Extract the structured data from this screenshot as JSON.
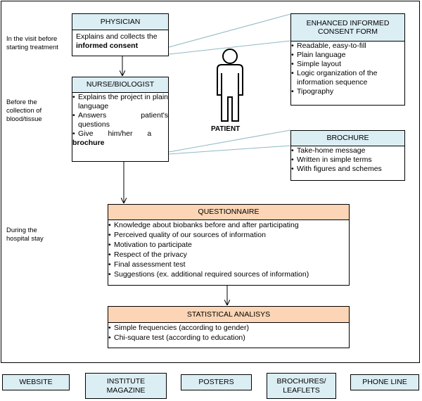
{
  "side_labels": {
    "visit": "In the visit before starting treatment",
    "collection": "Before the collection of blood/tissue",
    "stay": "During the hospital stay"
  },
  "physician": {
    "title": "PHYSICIAN",
    "text_1": "Explains and collects the",
    "text_bold": "informed consent"
  },
  "consent_form": {
    "title": "ENHANCED INFORMED CONSENT FORM",
    "items": [
      "Readable, easy-to-fill",
      "Plain language",
      "Simple layout",
      "Logic organization of the information sequence",
      "Tipography"
    ]
  },
  "patient": {
    "label": "PATIENT"
  },
  "nurse": {
    "title": "NURSE/BIOLOGIST",
    "items": [
      "Explains the project in plain language",
      "Answers patient's questions"
    ],
    "give_text": "Give him/her a",
    "give_bold": "brochure"
  },
  "brochure": {
    "title": "BROCHURE",
    "items": [
      "Take-home message",
      "Written in simple terms",
      "With figures and schemes"
    ]
  },
  "questionnaire": {
    "title": "QUESTIONNAIRE",
    "items": [
      "Knowledge about biobanks before and after participating",
      "Perceived quality of our sources of information",
      "Motivation to participate",
      "Respect of the privacy",
      "Final assessment test",
      "Suggestions (ex. additional required sources of information)"
    ]
  },
  "statistical": {
    "title": "STATISTICAL ANALISYS",
    "items": [
      "Simple frequencies (according to gender)",
      "Chi-square test (according to education)"
    ]
  },
  "bottom_boxes": [
    "WEBSITE",
    "INSTITUTE MAGAZINE",
    "POSTERS",
    "BROCHURES/ LEAFLETS",
    "PHONE LINE"
  ],
  "colors": {
    "header_blue": "#dbeef4",
    "header_orange": "#fbd5b5",
    "connector": "#8fb9c4"
  }
}
